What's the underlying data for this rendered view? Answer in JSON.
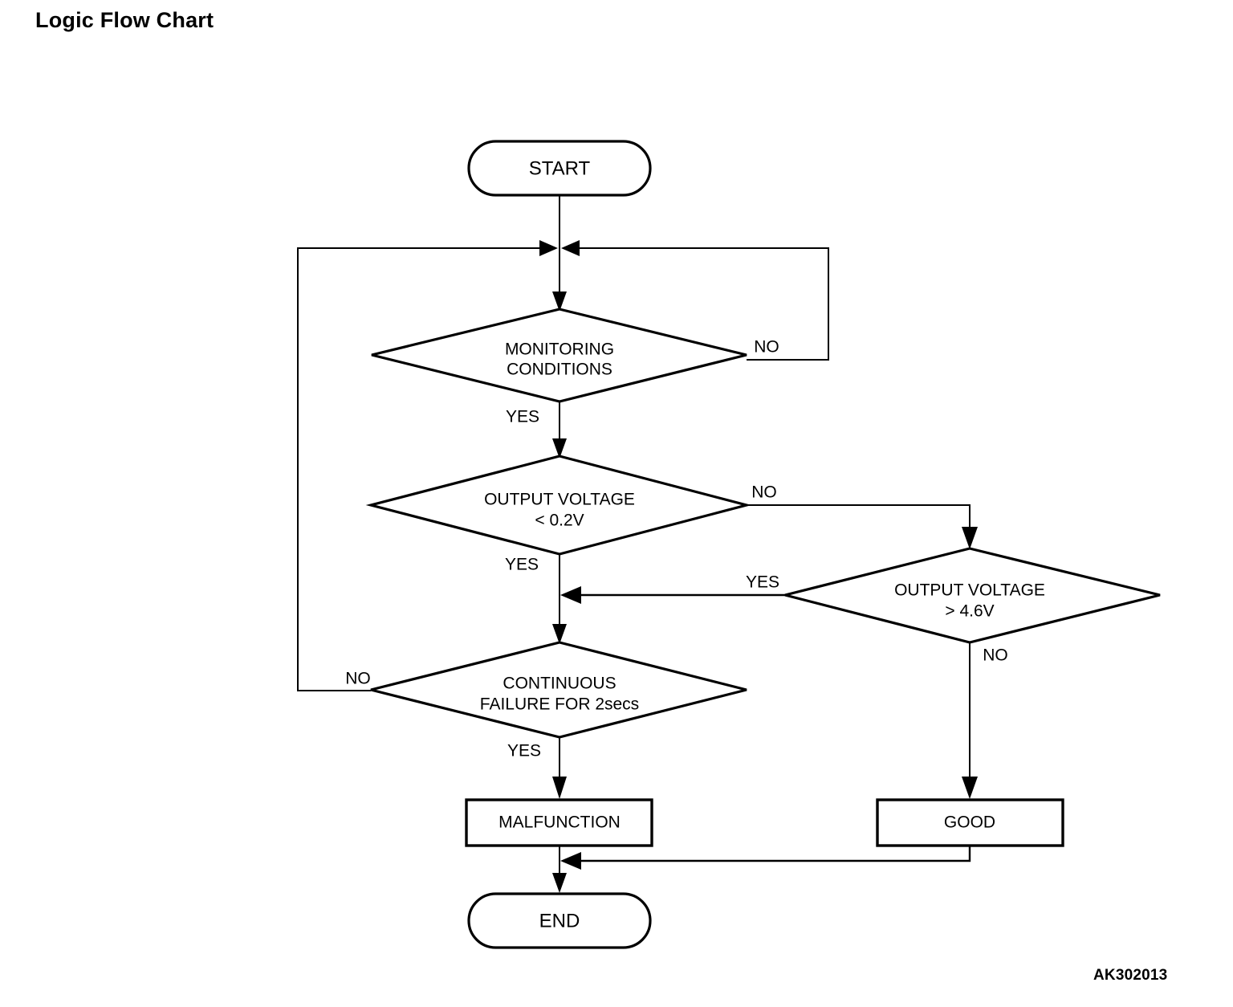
{
  "page": {
    "title": "Logic Flow Chart",
    "footer_code": "AK302013",
    "background_color": "#ffffff",
    "line_color": "#000000",
    "text_color": "#000000"
  },
  "diagram": {
    "type": "flowchart",
    "nodes": {
      "start": {
        "id": "start",
        "shape": "terminator",
        "label": "START"
      },
      "monitoring": {
        "id": "monitoring",
        "shape": "decision",
        "label_line1": "MONITORING",
        "label_line2": "CONDITIONS"
      },
      "voltage_low": {
        "id": "voltage_low",
        "shape": "decision",
        "label_line1": "OUTPUT VOLTAGE",
        "label_line2": "< 0.2V"
      },
      "voltage_high": {
        "id": "voltage_high",
        "shape": "decision",
        "label_line1": "OUTPUT VOLTAGE",
        "label_line2": "> 4.6V"
      },
      "continuous": {
        "id": "continuous",
        "shape": "decision",
        "label_line1": "CONTINUOUS",
        "label_line2": "FAILURE FOR 2secs"
      },
      "malfunction": {
        "id": "malfunction",
        "shape": "process",
        "label": "MALFUNCTION"
      },
      "good": {
        "id": "good",
        "shape": "process",
        "label": "GOOD"
      },
      "end": {
        "id": "end",
        "shape": "terminator",
        "label": "END"
      }
    },
    "edge_labels": {
      "monitoring_no": "NO",
      "monitoring_yes": "YES",
      "voltage_low_no": "NO",
      "voltage_low_yes": "YES",
      "voltage_high_yes": "YES",
      "voltage_high_no": "NO",
      "continuous_no": "NO",
      "continuous_yes": "YES"
    },
    "edges": [
      {
        "from": "start",
        "to": "monitoring",
        "label": ""
      },
      {
        "from": "monitoring",
        "to": "monitoring",
        "label": "NO",
        "note": "loops back to input of monitoring via right side"
      },
      {
        "from": "monitoring",
        "to": "voltage_low",
        "label": "YES"
      },
      {
        "from": "voltage_low",
        "to": "voltage_high",
        "label": "NO"
      },
      {
        "from": "voltage_low",
        "to": "continuous",
        "label": "YES"
      },
      {
        "from": "voltage_high",
        "to": "continuous",
        "label": "YES"
      },
      {
        "from": "voltage_high",
        "to": "good",
        "label": "NO"
      },
      {
        "from": "continuous",
        "to": "monitoring",
        "label": "NO",
        "note": "loops back to input of monitoring via left side"
      },
      {
        "from": "continuous",
        "to": "malfunction",
        "label": "YES"
      },
      {
        "from": "malfunction",
        "to": "end",
        "label": ""
      },
      {
        "from": "good",
        "to": "end",
        "label": ""
      }
    ]
  }
}
